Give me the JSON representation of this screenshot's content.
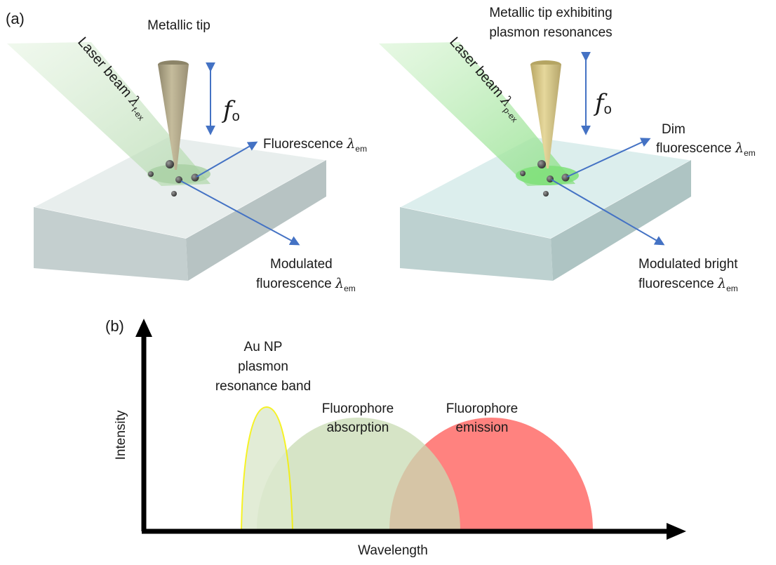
{
  "panel_a": {
    "letter": "(a)",
    "left": {
      "tip_title": "Metallic tip",
      "beam_text": "Laser beam ",
      "beam_lambda": "λ",
      "beam_sub": "f-ex",
      "freq": "f",
      "freq_sub": "o",
      "fluor_label": "Fluorescence ",
      "lambda": "λ",
      "lambda_sub": "em",
      "mod_line1": "Modulated",
      "mod_line2": "fluorescence "
    },
    "right": {
      "tip_title_line1": "Metallic tip exhibiting",
      "tip_title_line2": "plasmon resonances",
      "beam_text": "Laser beam ",
      "beam_lambda": "λ",
      "beam_sub": "p-ex",
      "freq": "f",
      "freq_sub": "o",
      "dim_line1": "Dim",
      "dim_line2": "fluorescence ",
      "lambda": "λ",
      "lambda_sub": "em",
      "mod_line1": "Modulated bright",
      "mod_line2": "fluorescence "
    }
  },
  "panel_b": {
    "letter": "(b)",
    "xlabel": "Wavelength",
    "ylabel": "Intensity",
    "bands": {
      "au": {
        "line1": "Au NP",
        "line2": "plasmon",
        "line3": "resonance band",
        "fill": "#e3ecd6",
        "stroke": "#f5f000"
      },
      "absorption": {
        "line1": "Fluorophore",
        "line2": "absorption",
        "fill": "#d3e4c1"
      },
      "emission": {
        "line1": "Fluorophore",
        "line2": "emission",
        "fill": "#ff7b78"
      }
    }
  },
  "colors": {
    "arrow_blue": "#4472c4",
    "beam_green": "#b7e6b4",
    "tip_left": "#b3a98a",
    "tip_right": "#d8c98a",
    "block_left": "#dfe7e6",
    "block_right": "#cfe6e6"
  }
}
